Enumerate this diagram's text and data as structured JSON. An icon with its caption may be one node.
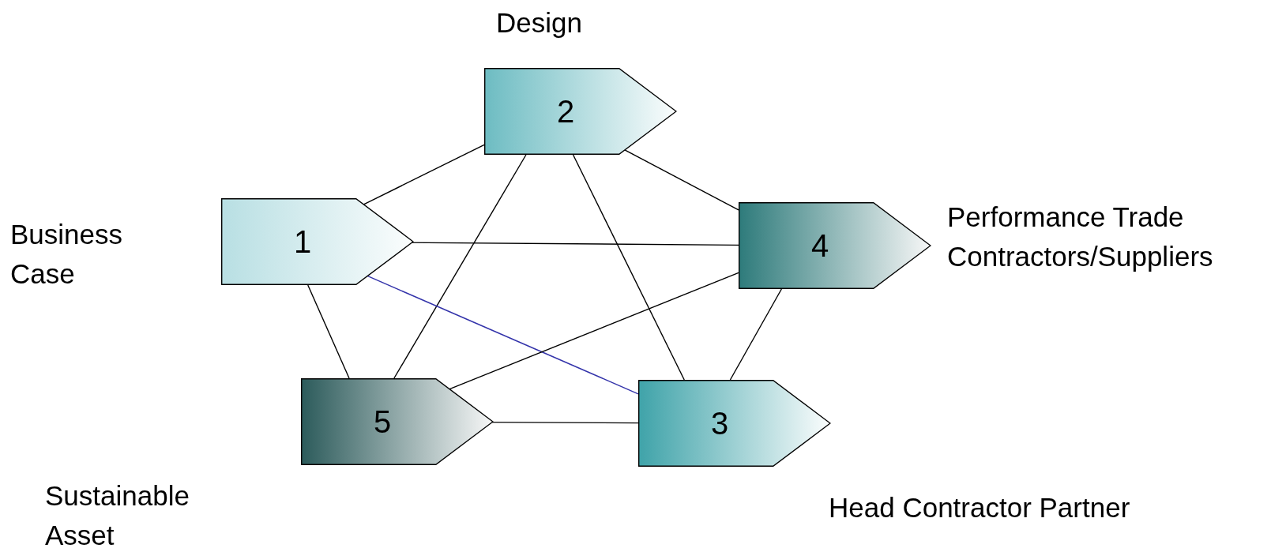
{
  "diagram": {
    "nodes": [
      {
        "text": [
          "1"
        ],
        "beside": [
          "Business Case"
        ]
      },
      {
        "text": [
          "2"
        ],
        "beside": [
          "Design"
        ]
      },
      {
        "text": [
          "3"
        ],
        "beside": [
          "Head Contractor Partner"
        ]
      },
      {
        "text": [
          "4"
        ],
        "beside": [
          "Performance Trade Contractors/Suppliers"
        ]
      },
      {
        "text": [
          "5"
        ]
      }
    ],
    "labels": [
      "Sustainable Asset"
    ],
    "edges": [
      {
        "from": 0,
        "to": 1,
        "arrow": "none"
      },
      {
        "from": 1,
        "to": 3,
        "arrow": "none"
      },
      {
        "from": 0,
        "to": 3,
        "arrow": "none"
      },
      {
        "from": 1,
        "to": 4,
        "arrow": "none"
      },
      {
        "from": 1,
        "to": 2,
        "arrow": "none"
      },
      {
        "from": 0,
        "to": 4,
        "arrow": "none"
      },
      {
        "from": 0,
        "to": 2,
        "arrow": "none",
        "color": "#3333aa"
      },
      {
        "from": 3,
        "to": 4,
        "arrow": "none"
      },
      {
        "from": 3,
        "to": 2,
        "arrow": "none"
      },
      {
        "from": 4,
        "to": 2,
        "arrow": "none"
      }
    ]
  }
}
